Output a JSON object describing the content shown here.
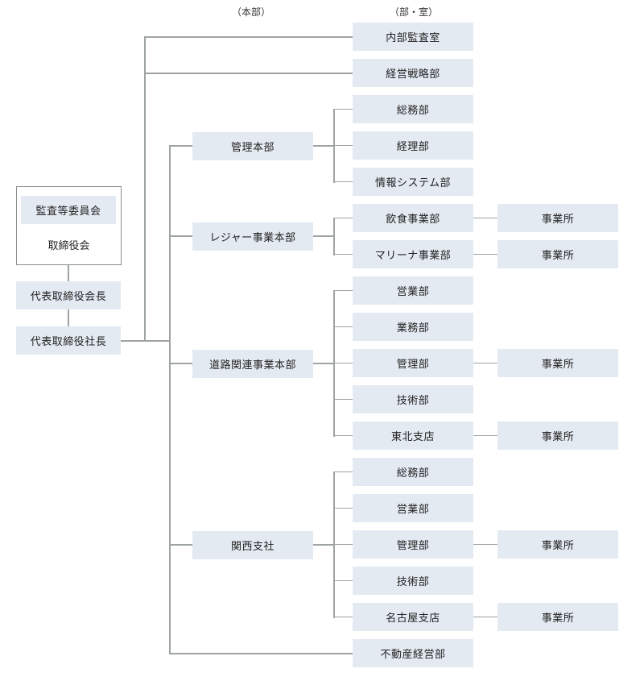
{
  "headers": {
    "honbu": "（本部）",
    "dept": "（部・室）"
  },
  "board": {
    "audit_committee": "監査等委員会",
    "board_of_directors": "取締役会"
  },
  "executives": {
    "chairman": "代表取締役会長",
    "president": "代表取締役社長"
  },
  "direct_depts": {
    "internal_audit": "内部監査室",
    "strategy": "経営戦略部",
    "real_estate": "不動産経営部"
  },
  "divisions": [
    {
      "name": "管理本部",
      "departments": [
        {
          "name": "総務部"
        },
        {
          "name": "経理部"
        },
        {
          "name": "情報システム部"
        }
      ]
    },
    {
      "name": "レジャー事業本部",
      "departments": [
        {
          "name": "飲食事業部",
          "office": "事業所"
        },
        {
          "name": "マリーナ事業部",
          "office": "事業所"
        }
      ]
    },
    {
      "name": "道路関連事業本部",
      "departments": [
        {
          "name": "営業部"
        },
        {
          "name": "業務部"
        },
        {
          "name": "管理部",
          "office": "事業所"
        },
        {
          "name": "技術部"
        },
        {
          "name": "東北支店",
          "office": "事業所"
        }
      ]
    },
    {
      "name": "関西支社",
      "departments": [
        {
          "name": "総務部"
        },
        {
          "name": "営業部"
        },
        {
          "name": "管理部",
          "office": "事業所"
        },
        {
          "name": "技術部"
        },
        {
          "name": "名古屋支店",
          "office": "事業所"
        }
      ]
    }
  ],
  "colors": {
    "box_fill": "#e4eaf2",
    "line": "#9ea3a3"
  }
}
